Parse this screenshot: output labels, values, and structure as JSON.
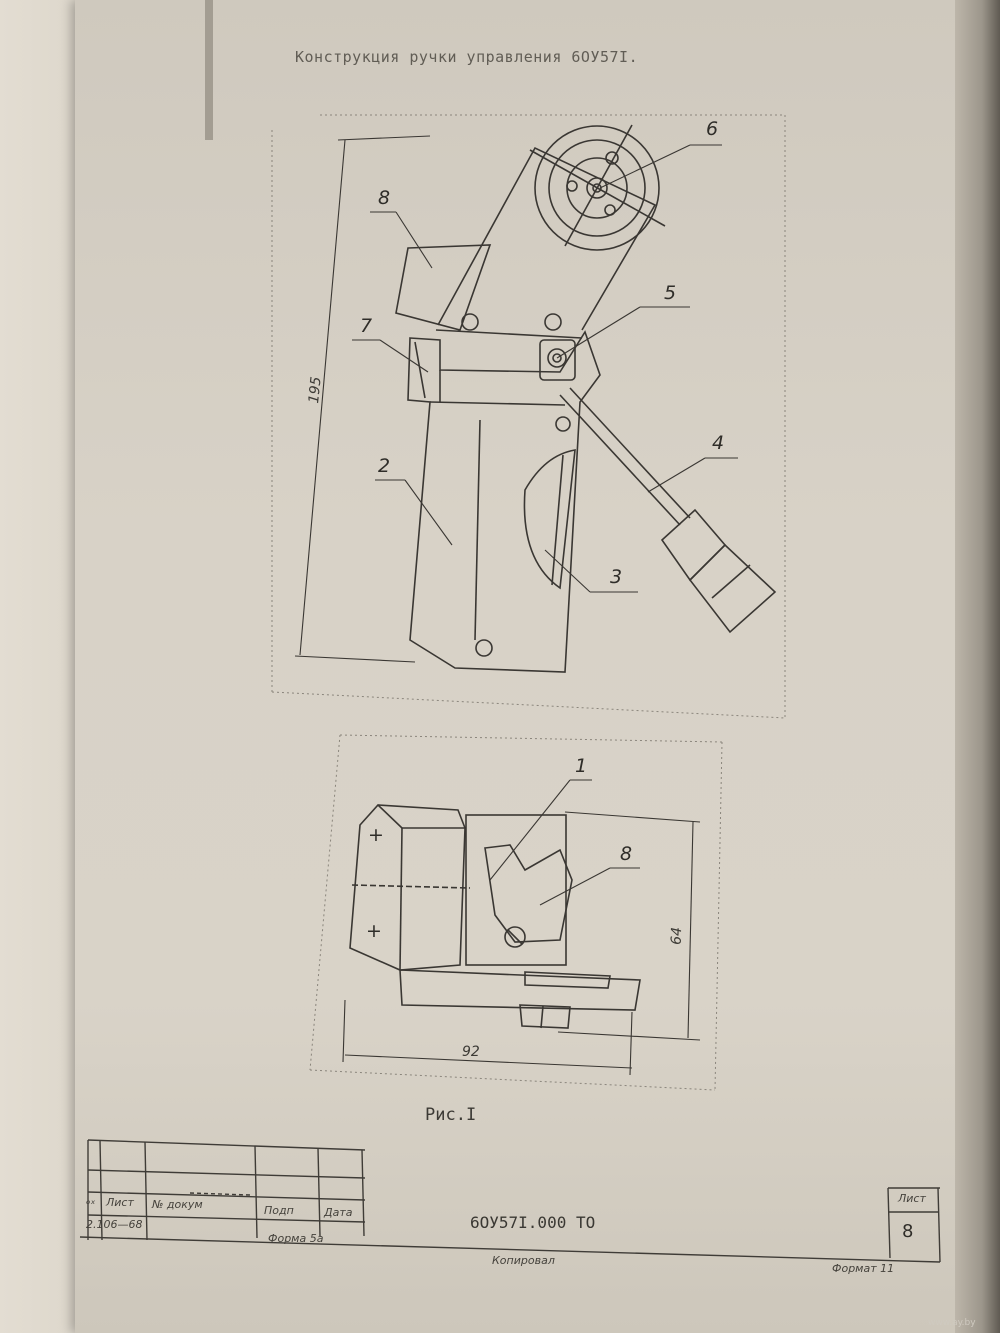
{
  "document": {
    "header": "Конструкция ручки управления 6ОУ57I.",
    "labels": {
      "n1": "1",
      "n2": "2",
      "n3": "3",
      "n4": "4",
      "n5": "5",
      "n6": "6",
      "n7": "7",
      "n8_top": "8",
      "n8_bottom": "8"
    },
    "dimensions": {
      "height_top": "195",
      "height_bottom": "64",
      "width_bottom": "92"
    },
    "caption": "Рис.I"
  },
  "title_block": {
    "col_izm": "ₒₓ",
    "col_list": "Лист",
    "col_doc": "№ докум",
    "col_podp": "Подп",
    "col_data": "Дата",
    "form_ref": "2.106—68",
    "doc_code": "6ОУ57I.000 ТО",
    "sheet_label": "Лист",
    "sheet_number": "8",
    "forma": "Форма 5а",
    "copied": "Копировал",
    "format": "Формат 11"
  },
  "watermark": "www.ay.by"
}
